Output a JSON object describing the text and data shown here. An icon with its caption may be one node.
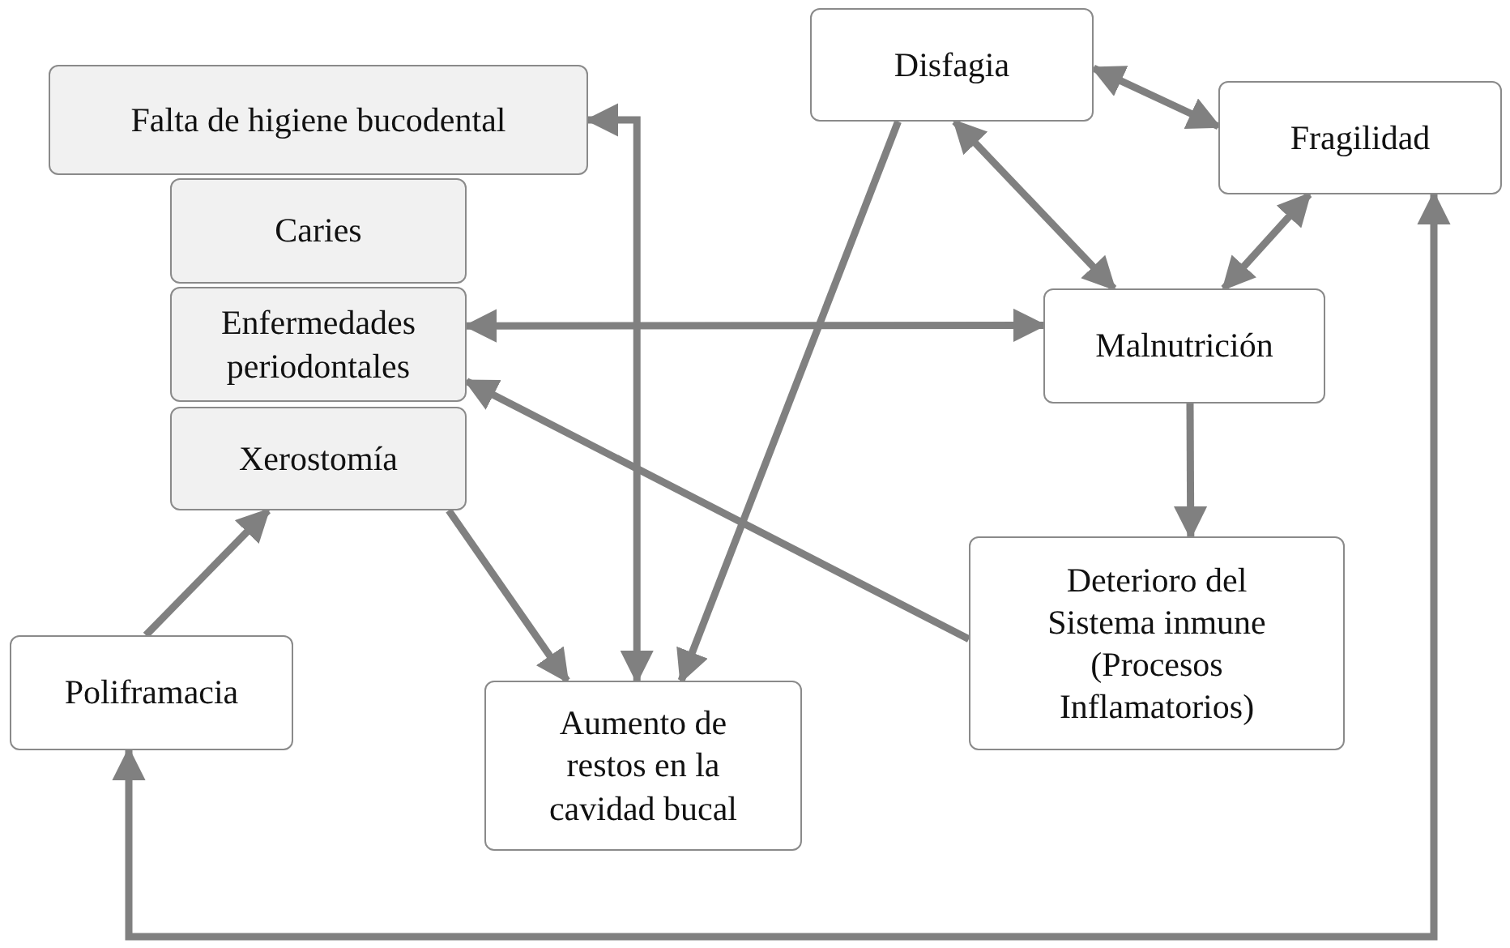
{
  "diagram": {
    "nodes": [
      {
        "text": [
          "Falta de higiene bucodental"
        ]
      },
      {
        "text": [
          "Caries"
        ]
      },
      {
        "text": [
          "Enfermedades periodontales"
        ]
      },
      {
        "text": [
          "Xerostomía"
        ]
      },
      {
        "text": [
          "Disfagia"
        ]
      },
      {
        "text": [
          "Fragilidad"
        ]
      },
      {
        "text": [
          "Malnutrición"
        ]
      },
      {
        "text": [
          "Deterioro del Sistema inmune (Procesos Inflamatorios)"
        ]
      },
      {
        "text": [
          "Poliframacia"
        ]
      },
      {
        "text": [
          "Aumento de restos en la cavidad bucal"
        ]
      }
    ],
    "edges": [
      {
        "from": 9,
        "to": 0,
        "arrow": "both"
      },
      {
        "from": 4,
        "to": 9,
        "arrow": "to"
      },
      {
        "from": 4,
        "to": 5,
        "arrow": "both"
      },
      {
        "from": 4,
        "to": 6,
        "arrow": "both"
      },
      {
        "from": 5,
        "to": 6,
        "arrow": "both"
      },
      {
        "from": 2,
        "to": 6,
        "arrow": "both"
      },
      {
        "from": 7,
        "to": 2,
        "arrow": "to"
      },
      {
        "from": 6,
        "to": 7,
        "arrow": "to"
      },
      {
        "from": 3,
        "to": 9,
        "arrow": "to"
      },
      {
        "from": 8,
        "to": 3,
        "arrow": "to"
      },
      {
        "from": 5,
        "to": 8,
        "arrow": "both"
      }
    ]
  }
}
